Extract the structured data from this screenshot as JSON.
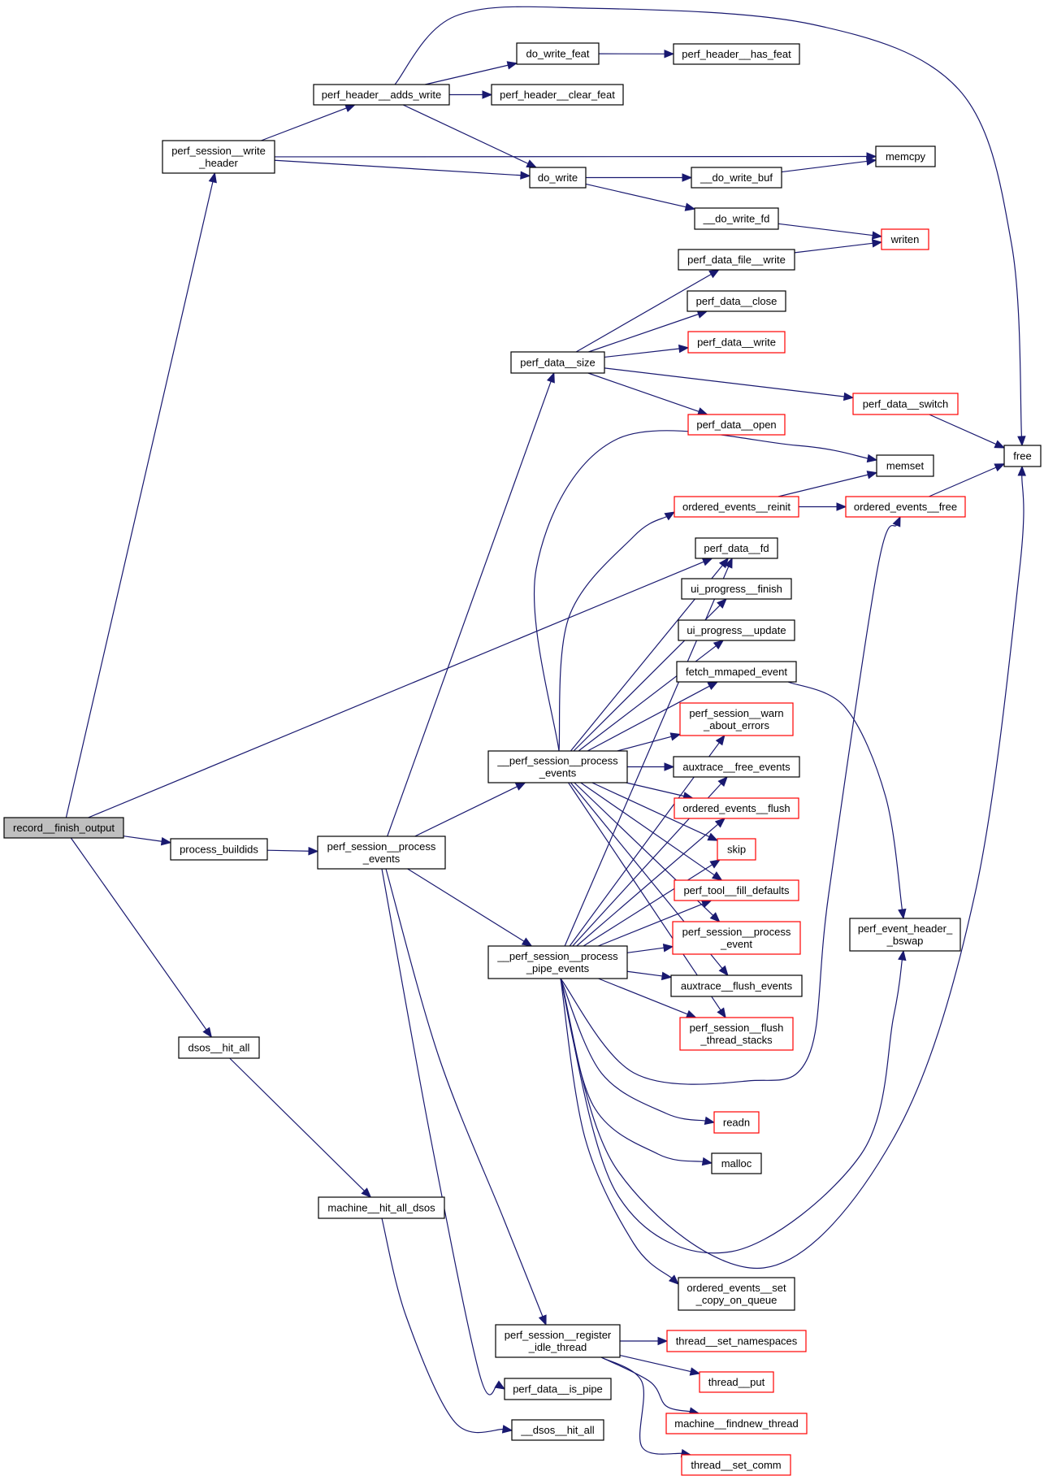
{
  "graph": {
    "title": "Call graph for record__finish_output",
    "colors": {
      "edge": "#191970",
      "normal_border": "#000000",
      "truncated_border": "#ff0000",
      "root_fill": "#bfbfbf"
    },
    "nodes": [
      {
        "id": "record__finish_output",
        "lines": [
          "record__finish_output"
        ],
        "style": "root"
      },
      {
        "id": "perf_session__write_header",
        "lines": [
          "perf_session__write",
          "_header"
        ],
        "style": "normal"
      },
      {
        "id": "perf_header__adds_write",
        "lines": [
          "perf_header__adds_write"
        ],
        "style": "normal"
      },
      {
        "id": "do_write_feat",
        "lines": [
          "do_write_feat"
        ],
        "style": "normal"
      },
      {
        "id": "perf_header__has_feat",
        "lines": [
          "perf_header__has_feat"
        ],
        "style": "normal"
      },
      {
        "id": "perf_header__clear_feat",
        "lines": [
          "perf_header__clear_feat"
        ],
        "style": "normal"
      },
      {
        "id": "memcpy",
        "lines": [
          "memcpy"
        ],
        "style": "normal"
      },
      {
        "id": "do_write",
        "lines": [
          "do_write"
        ],
        "style": "normal"
      },
      {
        "id": "__do_write_buf",
        "lines": [
          "__do_write_buf"
        ],
        "style": "normal"
      },
      {
        "id": "__do_write_fd",
        "lines": [
          "__do_write_fd"
        ],
        "style": "normal"
      },
      {
        "id": "writen",
        "lines": [
          "writen"
        ],
        "style": "red"
      },
      {
        "id": "perf_data_file__write",
        "lines": [
          "perf_data_file__write"
        ],
        "style": "normal"
      },
      {
        "id": "perf_data__close",
        "lines": [
          "perf_data__close"
        ],
        "style": "normal"
      },
      {
        "id": "perf_data__size",
        "lines": [
          "perf_data__size"
        ],
        "style": "normal"
      },
      {
        "id": "perf_data__write",
        "lines": [
          "perf_data__write"
        ],
        "style": "red"
      },
      {
        "id": "perf_data__switch",
        "lines": [
          "perf_data__switch"
        ],
        "style": "red"
      },
      {
        "id": "perf_data__open",
        "lines": [
          "perf_data__open"
        ],
        "style": "red"
      },
      {
        "id": "free",
        "lines": [
          "free"
        ],
        "style": "normal"
      },
      {
        "id": "memset",
        "lines": [
          "memset"
        ],
        "style": "normal"
      },
      {
        "id": "ordered_events__reinit",
        "lines": [
          "ordered_events__reinit"
        ],
        "style": "red"
      },
      {
        "id": "ordered_events__free",
        "lines": [
          "ordered_events__free"
        ],
        "style": "red"
      },
      {
        "id": "perf_data__fd",
        "lines": [
          "perf_data__fd"
        ],
        "style": "normal"
      },
      {
        "id": "ui_progress__finish",
        "lines": [
          "ui_progress__finish"
        ],
        "style": "normal"
      },
      {
        "id": "ui_progress__update",
        "lines": [
          "ui_progress__update"
        ],
        "style": "normal"
      },
      {
        "id": "fetch_mmaped_event",
        "lines": [
          "fetch_mmaped_event"
        ],
        "style": "normal"
      },
      {
        "id": "perf_session__warn_about_errors",
        "lines": [
          "perf_session__warn",
          "_about_errors"
        ],
        "style": "red"
      },
      {
        "id": "__perf_session__process_events",
        "lines": [
          "__perf_session__process",
          "_events"
        ],
        "style": "normal"
      },
      {
        "id": "auxtrace__free_events",
        "lines": [
          "auxtrace__free_events"
        ],
        "style": "normal"
      },
      {
        "id": "ordered_events__flush",
        "lines": [
          "ordered_events__flush"
        ],
        "style": "red"
      },
      {
        "id": "process_buildids",
        "lines": [
          "process_buildids"
        ],
        "style": "normal"
      },
      {
        "id": "perf_session__process_events",
        "lines": [
          "perf_session__process",
          "_events"
        ],
        "style": "normal"
      },
      {
        "id": "skip",
        "lines": [
          "skip"
        ],
        "style": "red"
      },
      {
        "id": "perf_tool__fill_defaults",
        "lines": [
          "perf_tool__fill_defaults"
        ],
        "style": "red"
      },
      {
        "id": "perf_event_header__bswap",
        "lines": [
          "perf_event_header_",
          "_bswap"
        ],
        "style": "normal"
      },
      {
        "id": "__perf_session__process_pipe_events",
        "lines": [
          "__perf_session__process",
          "_pipe_events"
        ],
        "style": "normal"
      },
      {
        "id": "perf_session__process_event",
        "lines": [
          "perf_session__process",
          "_event"
        ],
        "style": "red"
      },
      {
        "id": "auxtrace__flush_events",
        "lines": [
          "auxtrace__flush_events"
        ],
        "style": "normal"
      },
      {
        "id": "perf_session__flush_thread_stacks",
        "lines": [
          "perf_session__flush",
          "_thread_stacks"
        ],
        "style": "red"
      },
      {
        "id": "dsos__hit_all",
        "lines": [
          "dsos__hit_all"
        ],
        "style": "normal"
      },
      {
        "id": "readn",
        "lines": [
          "readn"
        ],
        "style": "red"
      },
      {
        "id": "malloc",
        "lines": [
          "malloc"
        ],
        "style": "normal"
      },
      {
        "id": "machine__hit_all_dsos",
        "lines": [
          "machine__hit_all_dsos"
        ],
        "style": "normal"
      },
      {
        "id": "ordered_events__set_copy_on_queue",
        "lines": [
          "ordered_events__set",
          "_copy_on_queue"
        ],
        "style": "normal"
      },
      {
        "id": "perf_session__register_idle_thread",
        "lines": [
          "perf_session__register",
          "_idle_thread"
        ],
        "style": "normal"
      },
      {
        "id": "thread__set_namespaces",
        "lines": [
          "thread__set_namespaces"
        ],
        "style": "red"
      },
      {
        "id": "perf_data__is_pipe",
        "lines": [
          "perf_data__is_pipe"
        ],
        "style": "normal"
      },
      {
        "id": "thread__put",
        "lines": [
          "thread__put"
        ],
        "style": "red"
      },
      {
        "id": "__dsos__hit_all",
        "lines": [
          "__dsos__hit_all"
        ],
        "style": "normal"
      },
      {
        "id": "machine__findnew_thread",
        "lines": [
          "machine__findnew_thread"
        ],
        "style": "red"
      },
      {
        "id": "thread__set_comm",
        "lines": [
          "thread__set_comm"
        ],
        "style": "red"
      }
    ],
    "edges": [
      [
        "record__finish_output",
        "perf_session__write_header"
      ],
      [
        "record__finish_output",
        "perf_data__fd"
      ],
      [
        "record__finish_output",
        "process_buildids"
      ],
      [
        "record__finish_output",
        "dsos__hit_all"
      ],
      [
        "perf_session__write_header",
        "perf_header__adds_write"
      ],
      [
        "perf_session__write_header",
        "memcpy"
      ],
      [
        "perf_session__write_header",
        "do_write"
      ],
      [
        "perf_header__adds_write",
        "free"
      ],
      [
        "perf_header__adds_write",
        "do_write_feat"
      ],
      [
        "perf_header__adds_write",
        "perf_header__clear_feat"
      ],
      [
        "perf_header__adds_write",
        "do_write"
      ],
      [
        "do_write_feat",
        "perf_header__has_feat"
      ],
      [
        "do_write",
        "__do_write_buf"
      ],
      [
        "do_write",
        "__do_write_fd"
      ],
      [
        "__do_write_buf",
        "memcpy"
      ],
      [
        "__do_write_fd",
        "writen"
      ],
      [
        "perf_data_file__write",
        "writen"
      ],
      [
        "perf_data__size",
        "perf_data_file__write"
      ],
      [
        "perf_data__size",
        "perf_data__close"
      ],
      [
        "perf_data__size",
        "perf_data__write"
      ],
      [
        "perf_data__size",
        "perf_data__switch"
      ],
      [
        "perf_data__size",
        "perf_data__open"
      ],
      [
        "perf_data__switch",
        "free"
      ],
      [
        "ordered_events__reinit",
        "memset"
      ],
      [
        "ordered_events__reinit",
        "ordered_events__free"
      ],
      [
        "ordered_events__free",
        "free"
      ],
      [
        "fetch_mmaped_event",
        "perf_event_header__bswap"
      ],
      [
        "process_buildids",
        "perf_session__process_events"
      ],
      [
        "perf_session__process_events",
        "perf_data__size"
      ],
      [
        "perf_session__process_events",
        "__perf_session__process_events"
      ],
      [
        "perf_session__process_events",
        "__perf_session__process_pipe_events"
      ],
      [
        "perf_session__process_events",
        "perf_session__register_idle_thread"
      ],
      [
        "perf_session__process_events",
        "perf_data__is_pipe"
      ],
      [
        "__perf_session__process_events",
        "memset"
      ],
      [
        "__perf_session__process_events",
        "ordered_events__reinit"
      ],
      [
        "__perf_session__process_events",
        "perf_data__fd"
      ],
      [
        "__perf_session__process_events",
        "ui_progress__finish"
      ],
      [
        "__perf_session__process_events",
        "ui_progress__update"
      ],
      [
        "__perf_session__process_events",
        "fetch_mmaped_event"
      ],
      [
        "__perf_session__process_events",
        "perf_session__warn_about_errors"
      ],
      [
        "__perf_session__process_events",
        "auxtrace__free_events"
      ],
      [
        "__perf_session__process_events",
        "ordered_events__flush"
      ],
      [
        "__perf_session__process_events",
        "skip"
      ],
      [
        "__perf_session__process_events",
        "perf_tool__fill_defaults"
      ],
      [
        "__perf_session__process_events",
        "perf_session__process_event"
      ],
      [
        "__perf_session__process_events",
        "auxtrace__flush_events"
      ],
      [
        "__perf_session__process_events",
        "perf_session__flush_thread_stacks"
      ],
      [
        "__perf_session__process_pipe_events",
        "perf_data__fd"
      ],
      [
        "__perf_session__process_pipe_events",
        "perf_session__warn_about_errors"
      ],
      [
        "__perf_session__process_pipe_events",
        "auxtrace__free_events"
      ],
      [
        "__perf_session__process_pipe_events",
        "ordered_events__flush"
      ],
      [
        "__perf_session__process_pipe_events",
        "skip"
      ],
      [
        "__perf_session__process_pipe_events",
        "perf_tool__fill_defaults"
      ],
      [
        "__perf_session__process_pipe_events",
        "perf_session__process_event"
      ],
      [
        "__perf_session__process_pipe_events",
        "auxtrace__flush_events"
      ],
      [
        "__perf_session__process_pipe_events",
        "perf_session__flush_thread_stacks"
      ],
      [
        "__perf_session__process_pipe_events",
        "readn"
      ],
      [
        "__perf_session__process_pipe_events",
        "malloc"
      ],
      [
        "__perf_session__process_pipe_events",
        "ordered_events__free"
      ],
      [
        "__perf_session__process_pipe_events",
        "perf_event_header__bswap"
      ],
      [
        "__perf_session__process_pipe_events",
        "free"
      ],
      [
        "__perf_session__process_pipe_events",
        "ordered_events__set_copy_on_queue"
      ],
      [
        "dsos__hit_all",
        "machine__hit_all_dsos"
      ],
      [
        "machine__hit_all_dsos",
        "__dsos__hit_all"
      ],
      [
        "perf_session__register_idle_thread",
        "thread__set_namespaces"
      ],
      [
        "perf_session__register_idle_thread",
        "thread__put"
      ],
      [
        "perf_session__register_idle_thread",
        "machine__findnew_thread"
      ],
      [
        "perf_session__register_idle_thread",
        "thread__set_comm"
      ]
    ]
  }
}
